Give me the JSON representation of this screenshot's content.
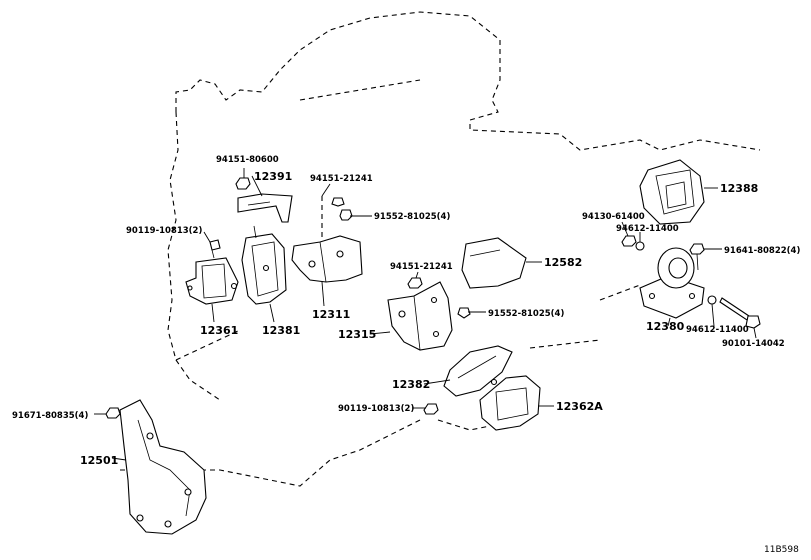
{
  "diagram_code": "11B598",
  "parts": {
    "p94151_80600": "94151-80600",
    "p12391": "12391",
    "p94151_21241_a": "94151-21241",
    "p91552_81025_a": "91552-81025(4)",
    "p90119_10813_a": "90119-10813(2)",
    "p12361": "12361",
    "p12381": "12381",
    "p12311": "12311",
    "p94151_21241_b": "94151-21241",
    "p12582": "12582",
    "p91552_81025_b": "91552-81025(4)",
    "p12315": "12315",
    "p12388": "12388",
    "p94130_61400": "94130-61400",
    "p94612_11400_a": "94612-11400",
    "p91641_80822": "91641-80822(4)",
    "p12380": "12380",
    "p94612_11400_b": "94612-11400",
    "p90101_14042": "90101-14042",
    "p12382": "12382",
    "p90119_10813_b": "90119-10813(2)",
    "p12362A": "12362A",
    "p91671_80835": "91671-80835(4)",
    "p12501": "12501"
  }
}
